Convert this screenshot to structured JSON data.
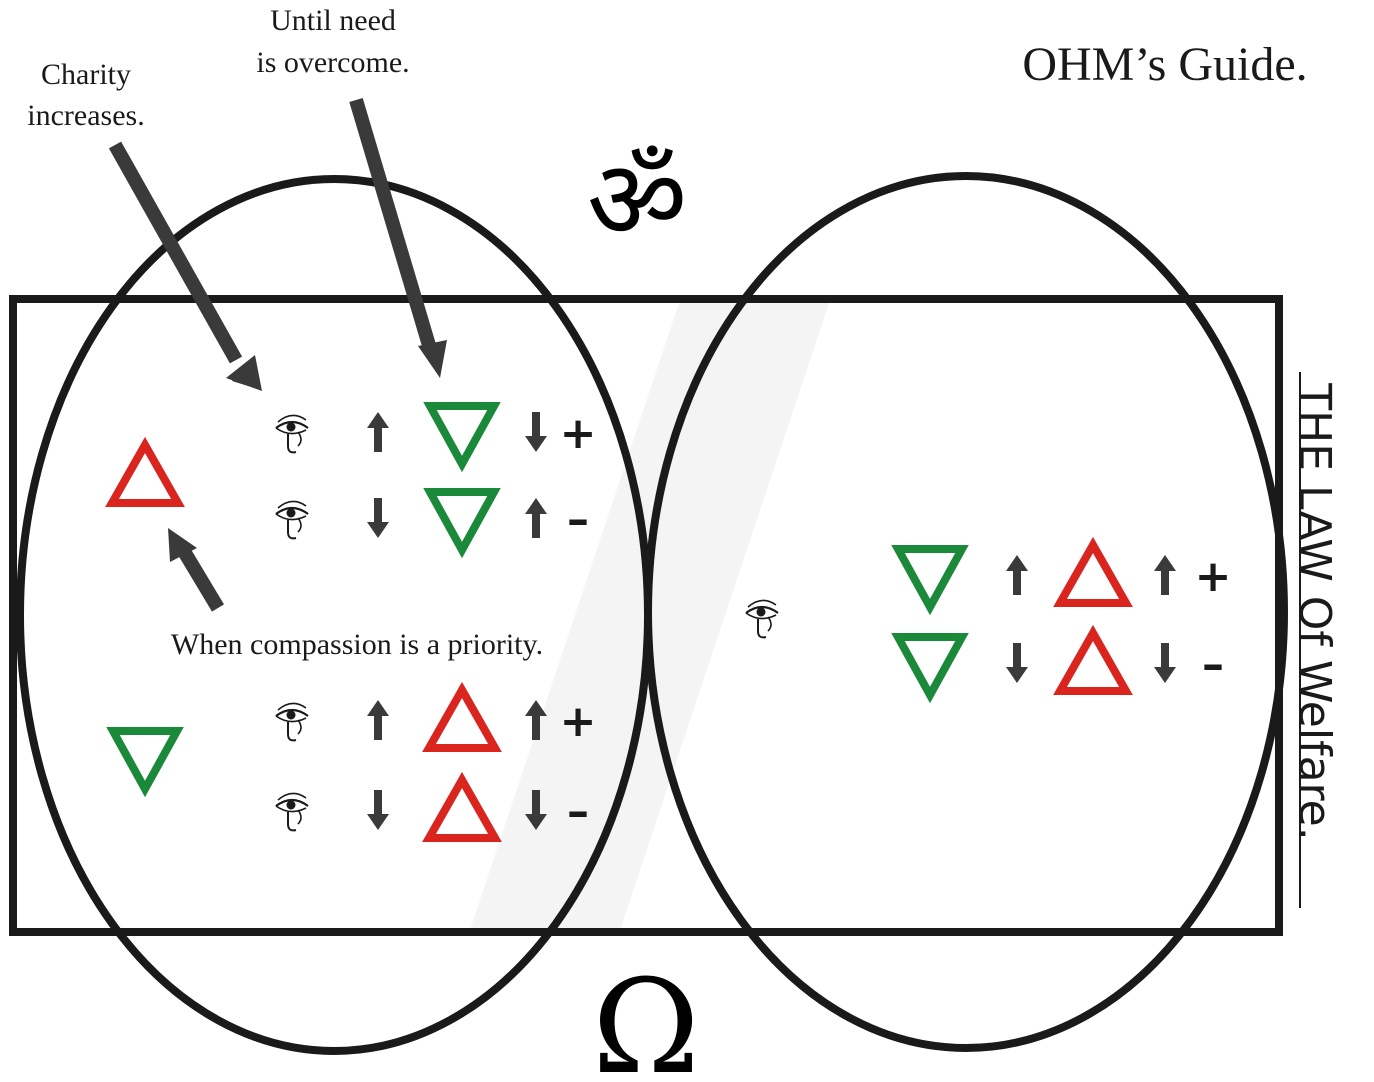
{
  "title": "OHM’s Guide.",
  "side_title": "THE LAW Of Welfare.",
  "annotations": {
    "charity": [
      "Charity",
      "increases."
    ],
    "until_need": [
      "Until need",
      "is overcome."
    ],
    "compassion": "When compassion is a priority."
  },
  "symbols": {
    "om": "ॐ",
    "omega": "Ω",
    "plus": "+",
    "minus": "–"
  },
  "colors": {
    "green": "#1a8a3a",
    "red": "#d9251d",
    "stroke": "#1a1a1a",
    "arrow": "#3a3a3a"
  },
  "rows_left": [
    {
      "eye": true,
      "first": "up",
      "shape": "green-down",
      "second": "down",
      "sign": "+"
    },
    {
      "eye": true,
      "first": "down",
      "shape": "green-down",
      "second": "up",
      "sign": "–"
    },
    {
      "eye": true,
      "first": "up",
      "shape": "red-up",
      "second": "up",
      "sign": "+"
    },
    {
      "eye": true,
      "first": "down",
      "shape": "red-up",
      "second": "down",
      "sign": "–"
    }
  ],
  "rows_right": [
    {
      "shape1": "green-down",
      "first": "up",
      "shape2": "red-up",
      "second": "up",
      "sign": "+"
    },
    {
      "shape1": "green-down",
      "first": "down",
      "shape2": "red-up",
      "second": "down",
      "sign": "–"
    }
  ]
}
